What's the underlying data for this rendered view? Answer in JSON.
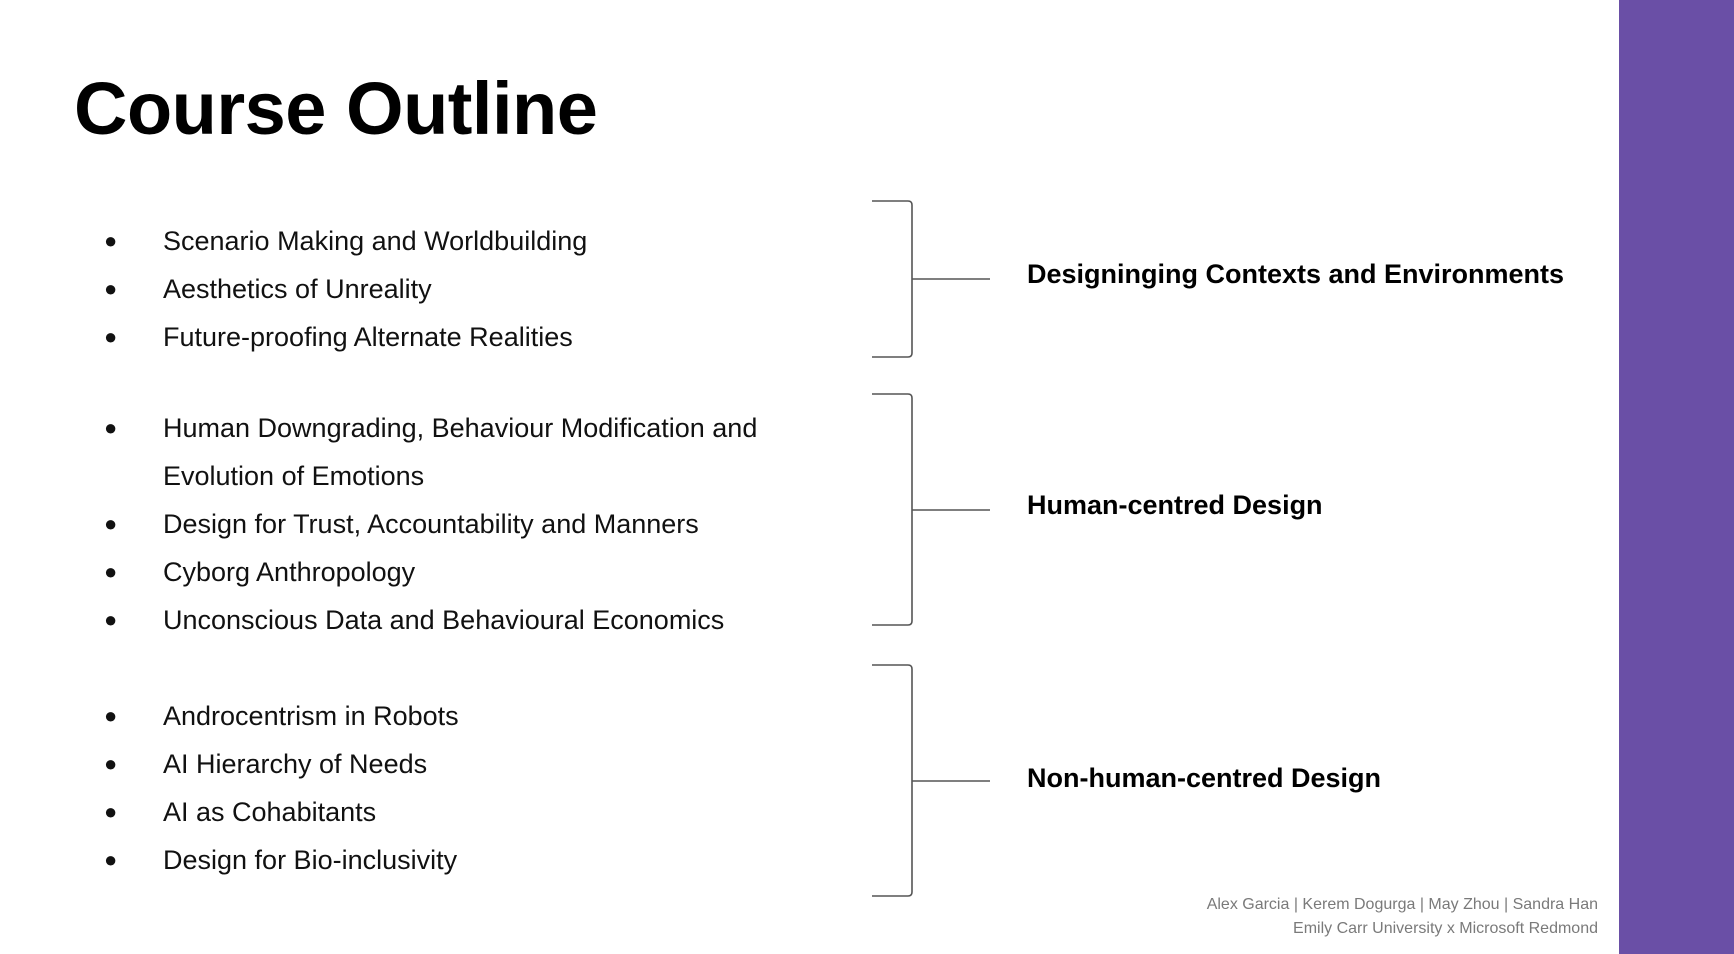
{
  "colors": {
    "accent": "#6a4fa6",
    "bracket": "#555555"
  },
  "slide": {
    "title": "Course Outline"
  },
  "groups": [
    {
      "label": "Designinging Contexts and Environments",
      "items": [
        "Scenario Making and Worldbuilding",
        "Aesthetics of Unreality",
        "Future-proofing Alternate Realities"
      ]
    },
    {
      "label": "Human-centred Design",
      "items": [
        "Human Downgrading, Behaviour Modification and Evolution of Emotions",
        "Design for Trust, Accountability and Manners",
        "Cyborg Anthropology",
        "Unconscious Data and Behavioural Economics"
      ]
    },
    {
      "label": "Non-human-centred Design",
      "items": [
        "Androcentrism in Robots",
        "AI Hierarchy of Needs",
        "AI as Cohabitants",
        "Design for Bio-inclusivity"
      ]
    }
  ],
  "footer": {
    "authors": "Alex Garcia | Kerem Dogurga | May Zhou | Sandra Han",
    "institution": "Emily Carr University x Microsoft Redmond"
  }
}
